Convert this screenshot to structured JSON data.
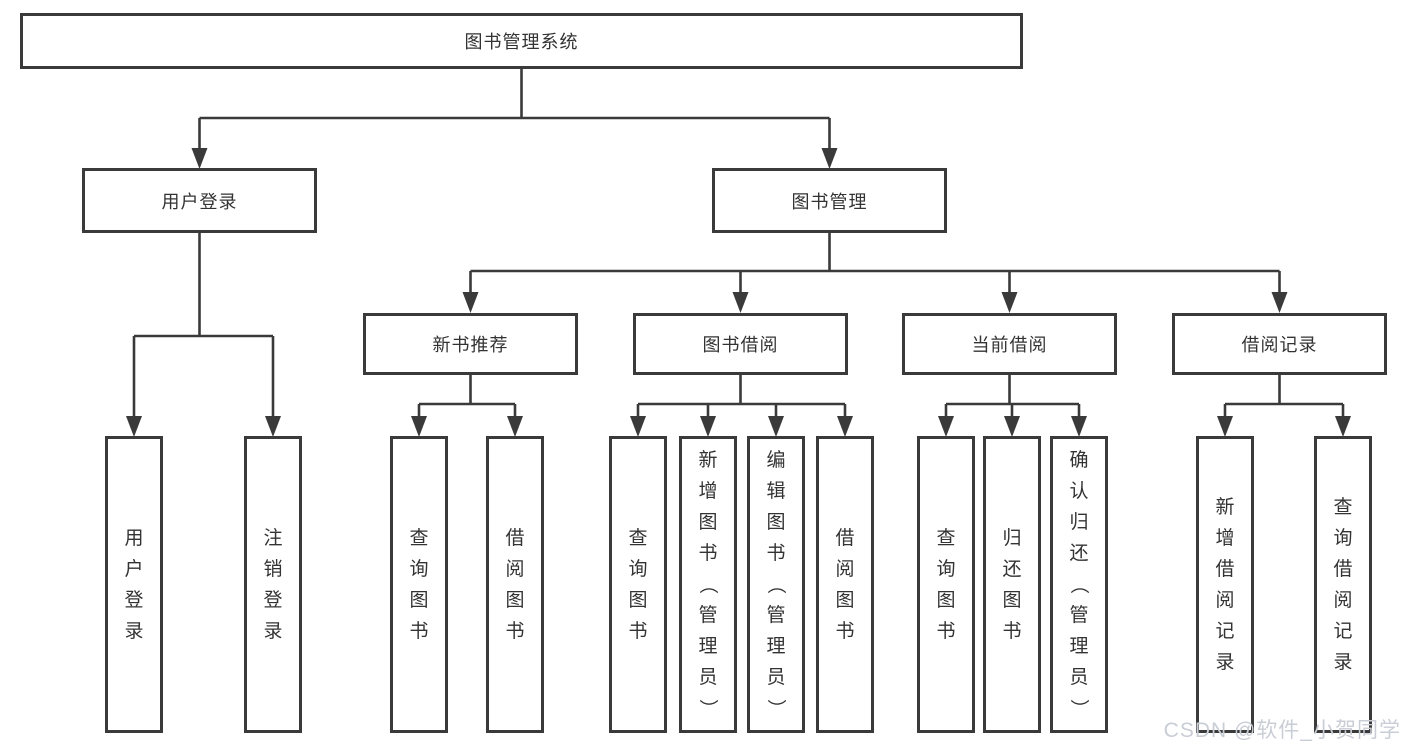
{
  "diagram": {
    "root": {
      "label": "图书管理系统"
    },
    "level2": [
      {
        "label": "用户登录"
      },
      {
        "label": "图书管理"
      }
    ],
    "level3": [
      {
        "label": "新书推荐"
      },
      {
        "label": "图书借阅"
      },
      {
        "label": "当前借阅"
      },
      {
        "label": "借阅记录"
      }
    ],
    "leaves": [
      {
        "parent": "用户登录",
        "label": "用户登录"
      },
      {
        "parent": "用户登录",
        "label": "注销登录"
      },
      {
        "parent": "新书推荐",
        "label": "查询图书"
      },
      {
        "parent": "新书推荐",
        "label": "借阅图书"
      },
      {
        "parent": "图书借阅",
        "label": "查询图书"
      },
      {
        "parent": "图书借阅",
        "label": "新增图书（管理员）"
      },
      {
        "parent": "图书借阅",
        "label": "编辑图书（管理员）"
      },
      {
        "parent": "图书借阅",
        "label": "借阅图书"
      },
      {
        "parent": "当前借阅",
        "label": "查询图书"
      },
      {
        "parent": "当前借阅",
        "label": "归还图书"
      },
      {
        "parent": "当前借阅",
        "label": "确认归还（管理员）"
      },
      {
        "parent": "借阅记录",
        "label": "新增借阅记录"
      },
      {
        "parent": "借阅记录",
        "label": "查询借阅记录"
      }
    ]
  },
  "watermark": {
    "text": "CSDN @软件_小贺同学"
  },
  "colors": {
    "line": "#3a3a3a",
    "text": "#333333",
    "background": "#ffffff",
    "watermark": "#c9cdd5"
  }
}
